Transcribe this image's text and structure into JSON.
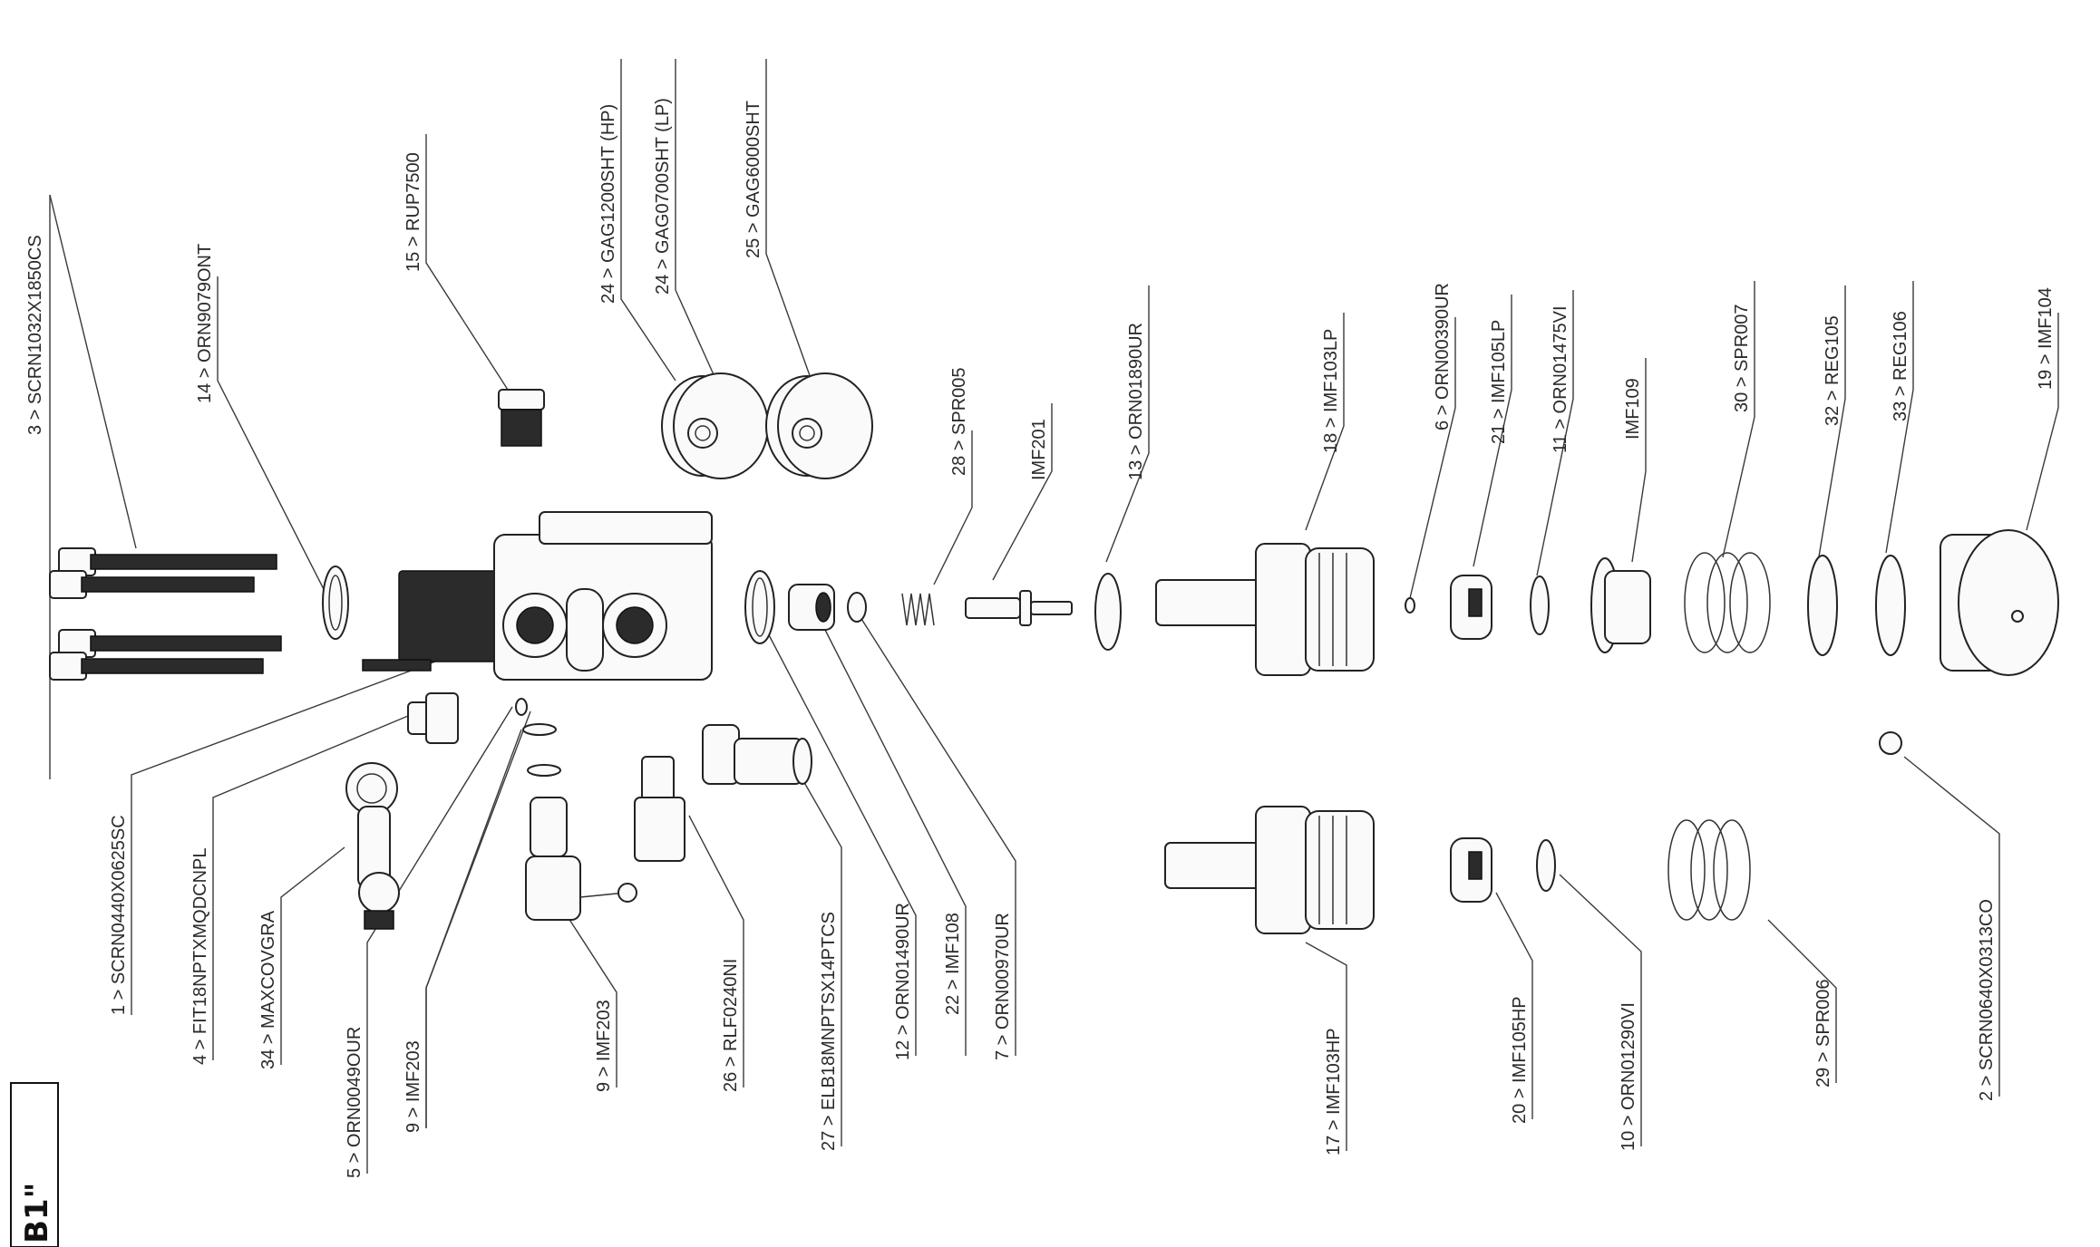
{
  "page_tag": "B1\"",
  "labels": [
    {
      "id": "l3",
      "text": "3 > SCRN1032X1850CS"
    },
    {
      "id": "l14",
      "text": "14 > ORN9079ONT"
    },
    {
      "id": "l15",
      "text": "15 > RUP7500"
    },
    {
      "id": "l24a",
      "text": "24 > GAG1200SHT (HP)"
    },
    {
      "id": "l24b",
      "text": "24 > GAG0700SHT (LP)"
    },
    {
      "id": "l25",
      "text": "25 > GAG6000SHT"
    },
    {
      "id": "l28",
      "text": "28 > SPR005"
    },
    {
      "id": "limf201",
      "text": "IMF201"
    },
    {
      "id": "l13",
      "text": "13 > ORN01890UR"
    },
    {
      "id": "l18",
      "text": "18 > IMF103LP"
    },
    {
      "id": "l6",
      "text": "6 > ORN00390UR"
    },
    {
      "id": "l21",
      "text": "21 > IMF105LP"
    },
    {
      "id": "l11",
      "text": "11 > ORN01475VI"
    },
    {
      "id": "limf109",
      "text": "IMF109"
    },
    {
      "id": "l30",
      "text": "30 > SPR007"
    },
    {
      "id": "l32",
      "text": "32 > REG105"
    },
    {
      "id": "l33",
      "text": "33 > REG106"
    },
    {
      "id": "l19",
      "text": "19 > IMF104"
    },
    {
      "id": "l1",
      "text": "1 > SCRN0440X0625SC"
    },
    {
      "id": "l4",
      "text": "4 > FIT18NPTXMQDCNPL"
    },
    {
      "id": "l34",
      "text": "34 > MAXCOVGRA"
    },
    {
      "id": "l5",
      "text": "5 > ORN0049OUR"
    },
    {
      "id": "l9a",
      "text": "9 > IMF203"
    },
    {
      "id": "l9b",
      "text": "9 > IMF203"
    },
    {
      "id": "l26",
      "text": "26 > RLF0240NI"
    },
    {
      "id": "l27",
      "text": "27 > ELB18MNPTSX14PTCS"
    },
    {
      "id": "l12",
      "text": "12 > ORN01490UR"
    },
    {
      "id": "l22",
      "text": "22 > IMF108"
    },
    {
      "id": "l7",
      "text": "7 > ORN00970UR"
    },
    {
      "id": "l17",
      "text": "17 > IMF103HP"
    },
    {
      "id": "l20",
      "text": "20 > IMF105HP"
    },
    {
      "id": "l10",
      "text": "10 > ORN01290VI"
    },
    {
      "id": "l29",
      "text": "29 > SPR006"
    },
    {
      "id": "l2",
      "text": "2 > SCRN0640X0313CO"
    }
  ]
}
